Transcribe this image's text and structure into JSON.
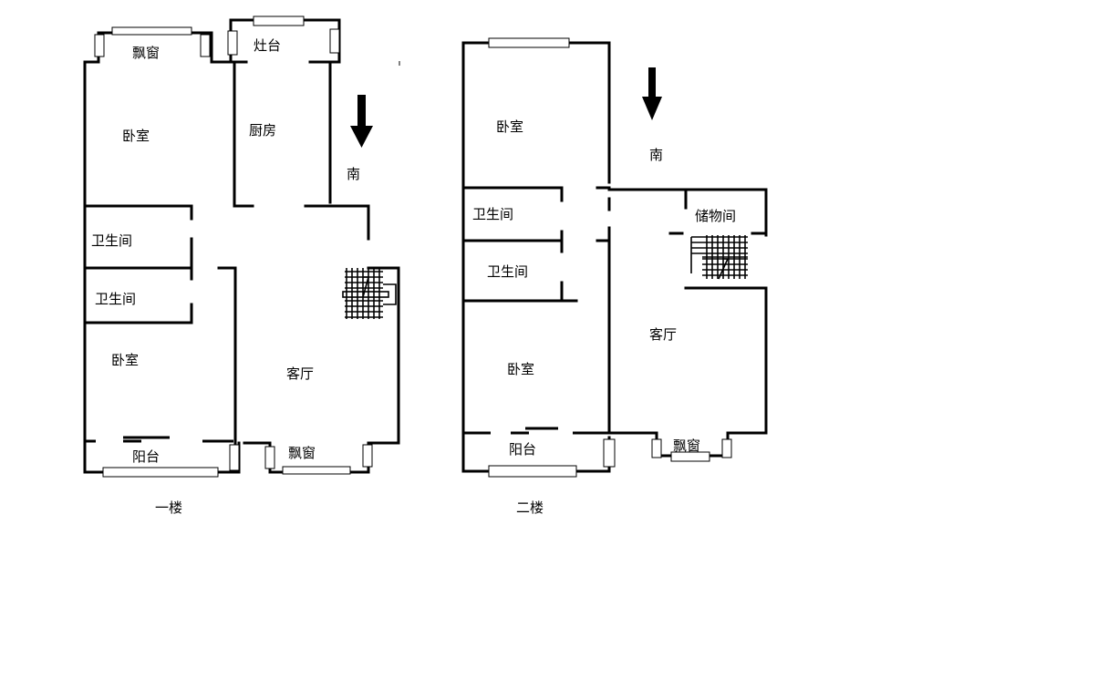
{
  "floor1": {
    "caption": "一楼",
    "rooms": {
      "bay_window_top": "飘窗",
      "stove": "灶台",
      "bedroom_top": "卧室",
      "kitchen": "厨房",
      "south": "南",
      "bathroom_a": "卫生间",
      "bathroom_b": "卫生间",
      "bedroom_bottom": "卧室",
      "living_room": "客厅",
      "balcony": "阳台",
      "bay_window_bottom": "飘窗"
    }
  },
  "floor2": {
    "caption": "二楼",
    "rooms": {
      "bedroom_top": "卧室",
      "south": "南",
      "bathroom_a": "卫生间",
      "storage": "储物间",
      "bathroom_b": "卫生间",
      "living_room": "客厅",
      "bedroom_bottom": "卧室",
      "balcony": "阳台",
      "bay_window": "飘窗"
    }
  },
  "icons": {
    "north_arrow_floor1": "down-arrow-icon",
    "north_arrow_floor2": "down-arrow-icon",
    "staircase_floor1": "staircase-icon",
    "staircase_floor2": "staircase-icon"
  }
}
